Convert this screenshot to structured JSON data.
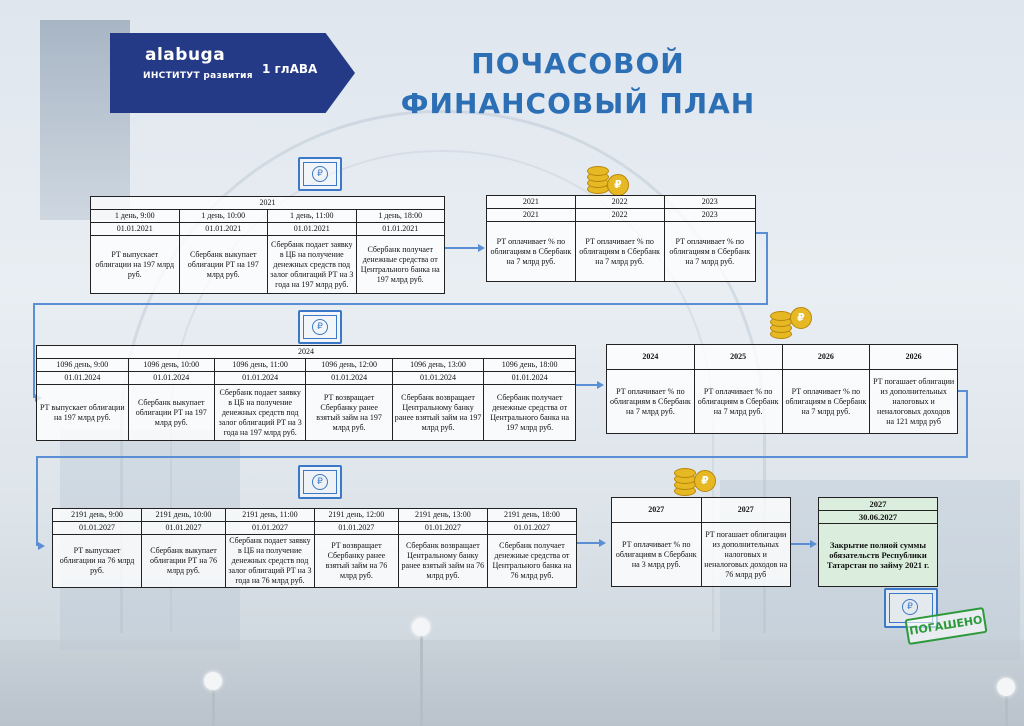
{
  "header": {
    "brand": "alabuga",
    "brand_sub": "ИНСТИТУТ развития",
    "chapter": "1 глАВА",
    "title_line1": "ПОЧАСОВОЙ",
    "title_line2": "ФИНАНСОВЫЙ ПЛАН"
  },
  "colors": {
    "brand": "#253a86",
    "title": "#2d6fb5",
    "connector": "#5a8fd6",
    "stamp": "#2d9a3a",
    "coin": "#e6b823"
  },
  "icons": {
    "bill": "ruble-banknote-icon",
    "coins": "ruble-coins-icon"
  },
  "block1": {
    "year": "2021",
    "days": [
      "1 день, 9:00",
      "1 день, 10:00",
      "1 день, 11:00",
      "1 день, 18:00"
    ],
    "dates": [
      "01.01.2021",
      "01.01.2021",
      "01.01.2021",
      "01.01.2021"
    ],
    "actions": [
      "РТ выпускает облигации на 197 млрд руб.",
      "Сбербанк выкупает облигации РТ на 197 млрд руб.",
      "Сбербанк подает заявку в ЦБ на получение денежных средств под залог облигаций РТ на 3 года на 197 млрд руб.",
      "Сбербанк получает денежные средства от Центрального банка на 197 млрд руб."
    ]
  },
  "block1r": {
    "years": [
      "2021",
      "2022",
      "2023"
    ],
    "sub": [
      "2021",
      "2022",
      "2023"
    ],
    "actions": [
      "РТ оплачивает % по облигациям в Сбербанк на 7 млрд руб.",
      "РТ оплачивает % по облигациям в Сбербанк на 7 млрд руб.",
      "РТ оплачивает % по облигациям в Сбербанк на 7 млрд руб."
    ]
  },
  "block2": {
    "year": "2024",
    "days": [
      "1096 день, 9:00",
      "1096 день, 10:00",
      "1096 день, 11:00",
      "1096 день, 12:00",
      "1096 день, 13:00",
      "1096 день, 18:00"
    ],
    "dates": [
      "01.01.2024",
      "01.01.2024",
      "01.01.2024",
      "01.01.2024",
      "01.01.2024",
      "01.01.2024"
    ],
    "actions": [
      "РТ выпускает облигации на 197 млрд руб.",
      "Сбербанк выкупает облигации РТ на 197 млрд руб.",
      "Сбербанк подает заявку в ЦБ на получение денежных средств под залог облигаций РТ на 3 года на 197 млрд руб.",
      "РТ возвращает Сбербанку ранее взятый займ на 197 млрд руб.",
      "Сбербанк возвращает Центральному банку ранее взятый займ на 197 млрд руб.",
      "Сбербанк получает денежные средства от Центрального банка на 197 млрд руб."
    ]
  },
  "block2r": {
    "years": [
      "2024",
      "2025",
      "2026",
      "2026"
    ],
    "actions": [
      "РТ оплачивает % по облигациям в Сбербанк на 7 млрд руб.",
      "РТ оплачивает % по облигациям в Сбербанк на 7 млрд руб.",
      "РТ оплачивает % по облигациям в Сбербанк на 7 млрд руб.",
      "РТ погашает облигации из дополнительных налоговых и неналоговых доходов на 121 млрд руб"
    ]
  },
  "block3": {
    "days": [
      "2191 день, 9:00",
      "2191 день, 10:00",
      "2191 день, 11:00",
      "2191 день, 12:00",
      "2191 день, 13:00",
      "2191 день, 18:00"
    ],
    "dates": [
      "01.01.2027",
      "01.01.2027",
      "01.01.2027",
      "01.01.2027",
      "01.01.2027",
      "01.01.2027"
    ],
    "actions": [
      "РТ выпускает облигации на 76 млрд руб.",
      "Сбербанк выкупает облигации РТ на 76 млрд руб.",
      "Сбербанк подает заявку в ЦБ на получение денежных средств под залог облигаций РТ на 3 года на 76 млрд руб.",
      "РТ возвращает Сбербанку ранее взятый займ на 76 млрд руб.",
      "Сбербанк возвращает Центральному банку ранее взятый займ на 76 млрд руб.",
      "Сбербанк получает денежные средства от Центрального банка на 76 млрд руб."
    ]
  },
  "block3r": {
    "years": [
      "2027",
      "2027"
    ],
    "actions": [
      "РТ оплачивает % по облигациям в Сбербанк на 3 млрд руб.",
      "РТ погашает облигации из дополнительных налоговых и неналоговых доходов на 76 млрд руб"
    ]
  },
  "final": {
    "year": "2027",
    "date": "30.06.2027",
    "text": "Закрытие полной суммы обязательств Республики Татарстан по займу 2021 г."
  },
  "stamp": "ПОГАШЕНО"
}
